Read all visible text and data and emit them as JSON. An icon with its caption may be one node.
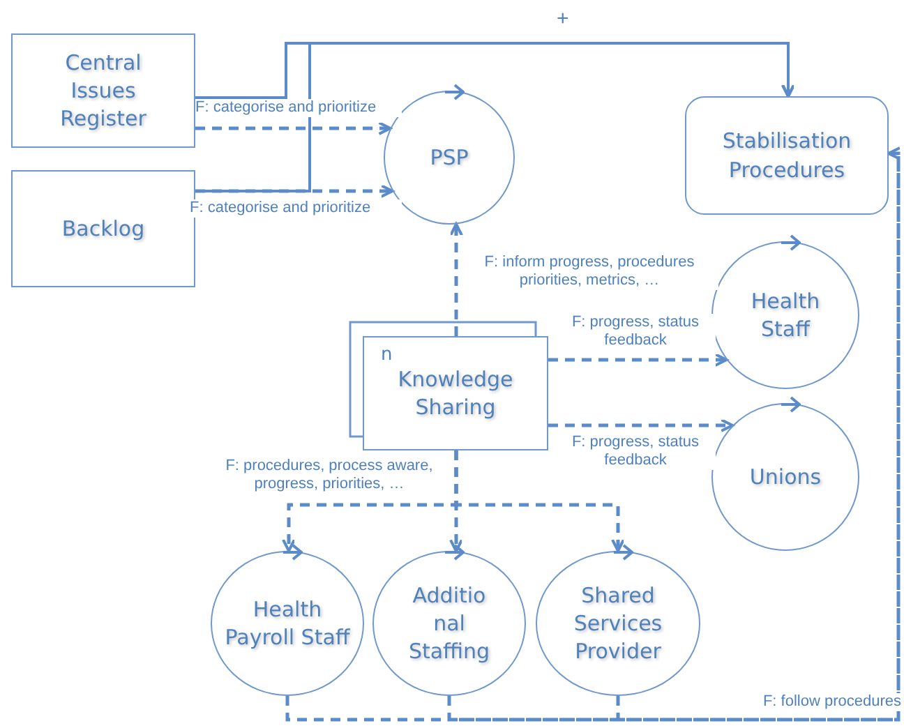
{
  "diagram": {
    "nodes": [
      {
        "text": [
          "Central Issues Register"
        ]
      },
      {
        "text": [
          "Backlog"
        ]
      },
      {
        "text": [
          "PSP"
        ]
      },
      {
        "text": [
          "Stabilisation Procedures"
        ]
      },
      {
        "text": [
          "Health Staff"
        ]
      },
      {
        "text": [
          "n",
          "Knowledge Sharing"
        ]
      },
      {
        "text": [
          "Unions"
        ]
      },
      {
        "text": [
          "Health Payroll Staff"
        ]
      },
      {
        "text": [
          "Additio nal Staffing"
        ]
      },
      {
        "text": [
          "Shared Services Provider"
        ]
      }
    ],
    "edges": [
      {
        "from": 0,
        "to": 2,
        "arrow": "to",
        "label": "F: categorise and prioritize",
        "style": "dashed"
      },
      {
        "from": 1,
        "to": 2,
        "arrow": "to",
        "label": "F: categorise and prioritize",
        "style": "dashed"
      },
      {
        "from": 0,
        "to": 3,
        "arrow": "to"
      },
      {
        "from": 1,
        "to": 3,
        "arrow": "to"
      },
      {
        "from": 5,
        "to": 2,
        "arrow": "to",
        "label": "F: inform progress, procedures priorities, metrics, …",
        "style": "dashed"
      },
      {
        "from": 5,
        "to": 4,
        "arrow": "to",
        "label": "F: progress, status feedback",
        "style": "dashed"
      },
      {
        "from": 5,
        "to": 6,
        "arrow": "to",
        "label": "F: progress, status feedback",
        "style": "dashed"
      },
      {
        "from": 5,
        "to": 7,
        "arrow": "to",
        "label": "F: procedures, process aware, progress, priorities, …",
        "style": "dashed"
      },
      {
        "from": 5,
        "to": 8,
        "arrow": "to",
        "style": "dashed"
      },
      {
        "from": 5,
        "to": 9,
        "arrow": "to",
        "style": "dashed"
      },
      {
        "from": 7,
        "to": 3,
        "arrow": "to",
        "label": "F: follow procedures",
        "style": "dashed"
      },
      {
        "from": 8,
        "to": 3,
        "arrow": "to",
        "style": "dashed"
      },
      {
        "from": 9,
        "to": 3,
        "arrow": "to",
        "style": "dashed"
      }
    ],
    "labels": [
      "+"
    ]
  }
}
